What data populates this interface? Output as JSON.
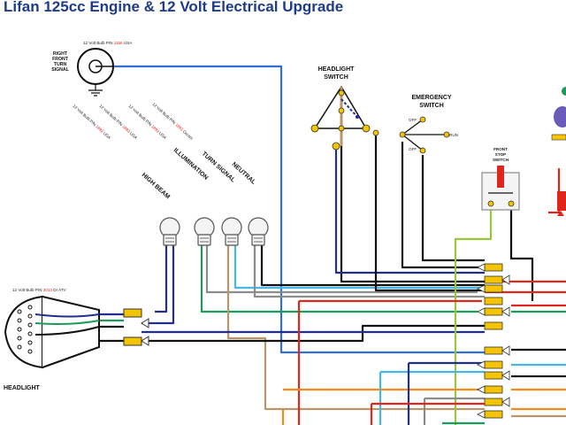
{
  "title": "Lifan 125cc Engine & 12 Volt Electrical Upgrade",
  "labels": {
    "rft_1": "RIGHT",
    "rft_2": "FRONT",
    "rft_3": "TURN",
    "rft_4": "SIGNAL",
    "headlight_switch_1": "HEADLIGHT",
    "headlight_switch_2": "SWITCH",
    "emergency_switch_1": "EMERGENCY",
    "emergency_switch_2": "SWITCH",
    "off_1": "OFF",
    "off_2": "OFF",
    "run": "RUN",
    "front_stop_1": "FRONT",
    "front_stop_2": "STOP",
    "front_stop_3": "SWITCH",
    "high_beam": "HIGH BEAM",
    "illumination": "ILLUMINATION",
    "turn_signal": "TURN SIGNAL",
    "neutral": "NEUTRAL",
    "headlight": "HEADLIGHT"
  },
  "bulb_notes": {
    "rft_prefix": "12 Volt Bulb P/N",
    "rft_pn": "1156",
    "rft_suffix": "USA",
    "hb_prefix": "12 Volt Bulb P/N",
    "hb_pn": "1893",
    "hb_suffix": "USA",
    "ill_prefix": "12 Volt Bulb P/N",
    "ill_pn": "1893",
    "ill_suffix": "USA",
    "ts_prefix": "12 Volt Bulb P/N",
    "ts_pn": "1893",
    "ts_suffix": "USA",
    "neu_prefix": "12 Volt Bulb P/N",
    "neu_pn": "1893",
    "neu_suffix": "Osram",
    "hl_prefix": "12 Volt Bulb P/N",
    "hl_pn": "2013",
    "hl_suffix": "Dr ATV"
  },
  "colors": {
    "title": "#1f3b8c",
    "wire_blue": "#2f6fd6",
    "wire_navy": "#1f2f8a",
    "wire_green": "#1c9a5a",
    "wire_tan": "#b8956a",
    "wire_gray": "#8c8c8c",
    "wire_black": "#111111",
    "wire_red": "#e0251b",
    "wire_orange": "#f08a1c",
    "wire_lightblue": "#43b7e6",
    "wire_lime": "#9ac43a",
    "connector": "#f5c400"
  }
}
